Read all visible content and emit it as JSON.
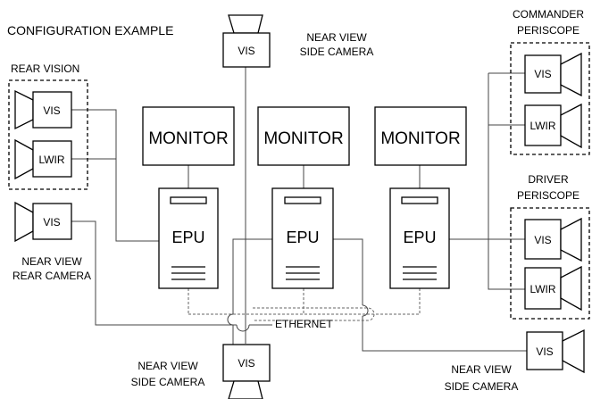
{
  "title": "CONFIGURATION EXAMPLE",
  "labels": {
    "rear_vision": "REAR VISION",
    "near_view_side_camera_top": [
      "NEAR VIEW",
      "SIDE CAMERA"
    ],
    "near_view_rear_camera": [
      "NEAR VIEW",
      "REAR CAMERA"
    ],
    "near_view_side_camera_bottom": [
      "NEAR VIEW",
      "SIDE CAMERA"
    ],
    "near_view_side_camera_right": [
      "NEAR VIEW",
      "SIDE CAMERA"
    ],
    "commander_periscope": [
      "COMMANDER",
      "PERISCOPE"
    ],
    "driver_periscope": [
      "DRIVER",
      "PERISCOPE"
    ],
    "ethernet": "ETHERNET"
  },
  "monitors": [
    "MONITOR",
    "MONITOR",
    "MONITOR"
  ],
  "epus": [
    "EPU",
    "EPU",
    "EPU"
  ],
  "cameras": {
    "rear_vision_vis": "VIS",
    "rear_vision_lwir": "LWIR",
    "near_view_rear_vis": "VIS",
    "top_side_vis": "VIS",
    "bottom_side_vis": "VIS",
    "right_side_vis": "VIS",
    "commander_vis": "VIS",
    "commander_lwir": "LWIR",
    "driver_vis": "VIS",
    "driver_lwir": "LWIR"
  }
}
